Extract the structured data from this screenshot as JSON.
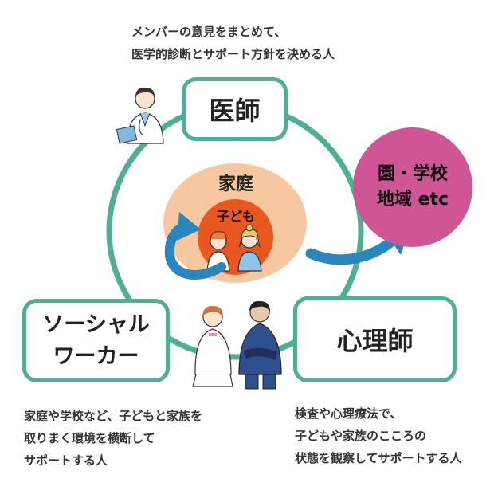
{
  "colors": {
    "ring": "#4fae94",
    "arrow": "#2a86bf",
    "school_circle": "#cf5595",
    "katei_circle": "#f7c8a0",
    "kodomo_circle": "#e8581e"
  },
  "doctor": {
    "label": "医師",
    "caption_line1": "メンバーの意見をまとめて、",
    "caption_line2": "医学的診断とサポート方針を決める人"
  },
  "psychologist": {
    "label": "心理師",
    "caption_line1": "検査や心理療法で、",
    "caption_line2": "子どもや家族のこころの",
    "caption_line3": "状態を観察してサポートする人"
  },
  "social_worker": {
    "label_line1": "ソーシャル",
    "label_line2": "ワーカー",
    "caption_line1": "家庭や学校など、子どもと家族を",
    "caption_line2": "取りまく環境を横断して",
    "caption_line3": "サポートする人"
  },
  "center": {
    "family_label": "家庭",
    "child_label": "子ども"
  },
  "school": {
    "line1": "園・学校",
    "line2": "地域 etc"
  },
  "icons": [
    "doctor-illustration-icon",
    "nurse-illustration-icon",
    "male-worker-illustration-icon",
    "boy-icon",
    "girl-icon",
    "curved-arrow-icon",
    "outward-arrow-icon"
  ]
}
